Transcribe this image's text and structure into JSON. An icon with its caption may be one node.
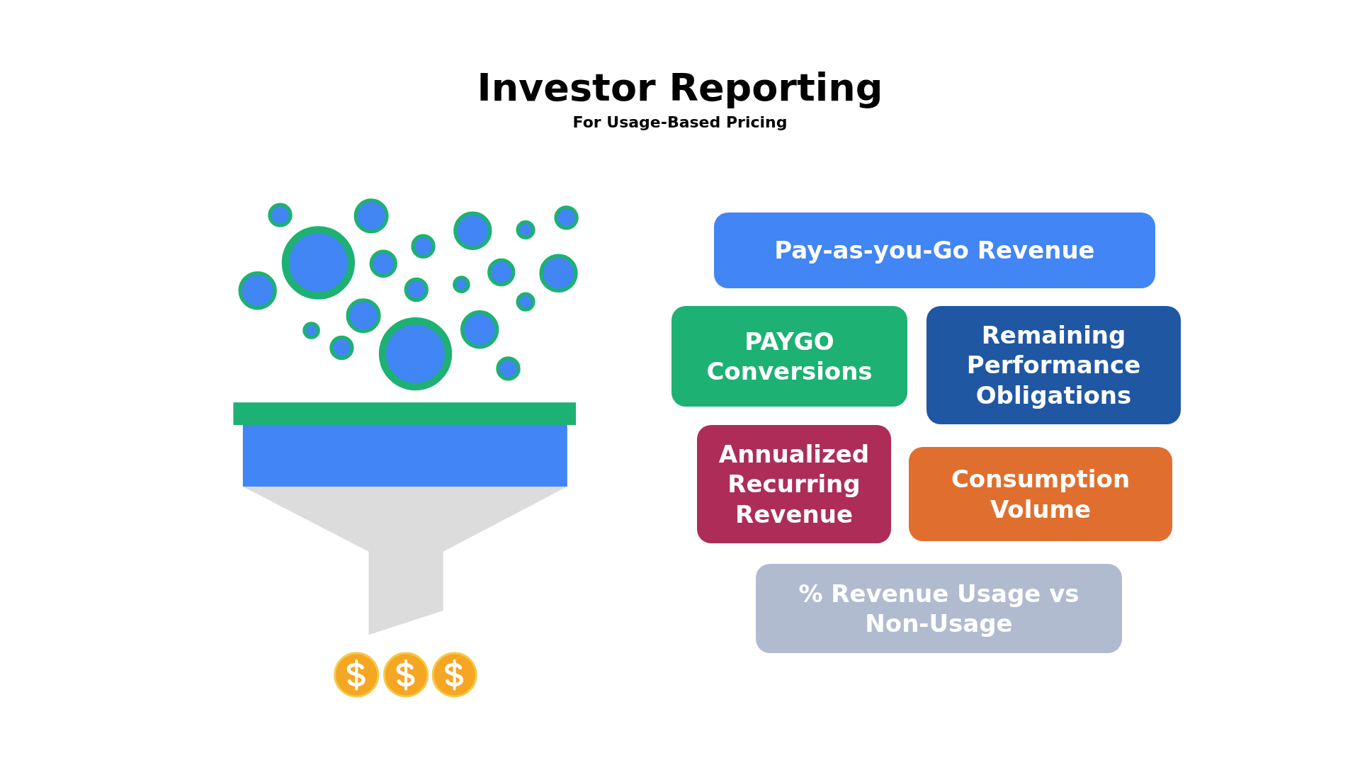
{
  "diagram": {
    "title": "Investor Reporting",
    "nodes": [
      {
        "text": [
          "Pay-as-you-Go Revenue"
        ]
      },
      {
        "text": [
          "PAYGO Conversions"
        ]
      },
      {
        "text": [
          "Remaining Performance Obligations"
        ]
      },
      {
        "text": [
          "Annualized Recurring Revenue"
        ]
      },
      {
        "text": [
          "Consumption Volume"
        ]
      },
      {
        "text": [
          "% Revenue Usage vs Non-Usage"
        ]
      }
    ],
    "labels": [
      "For Usage-Based Pricing"
    ]
  }
}
